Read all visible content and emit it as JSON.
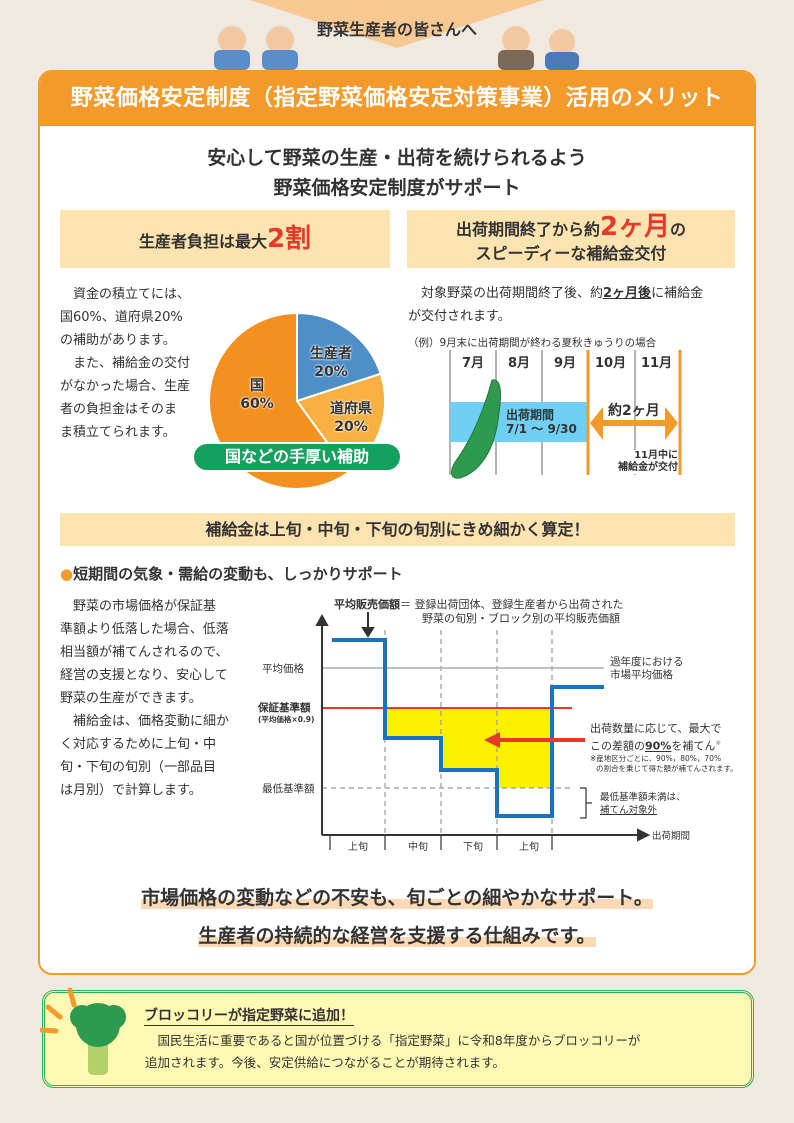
{
  "banner": {
    "title": "野菜生産者の皆さんへ"
  },
  "header": {
    "title": "野菜価格安定制度（指定野菜価格安定対策事業）活用のメリット"
  },
  "subtitle": {
    "line1": "安心して野菜の生産・出荷を続けられるよう",
    "line2": "野菜価格安定制度がサポート"
  },
  "left_section": {
    "title_pre": "生産者負担は最大",
    "title_big": "2割",
    "text": [
      "資金の積立てには、",
      "国60%、道府県20%",
      "の補助があります。",
      "また、補給金の交付",
      "がなかった場合、生産",
      "者の負担金はそのま",
      "ま積立てられます。"
    ],
    "pie": {
      "slices": [
        {
          "label": "生産者",
          "value": 20,
          "pct": "20%",
          "color": "#4e8fc8"
        },
        {
          "label": "道府県",
          "value": 20,
          "pct": "20%",
          "color": "#f9b040"
        },
        {
          "label": "国",
          "value": 60,
          "pct": "60%",
          "color": "#f39020"
        }
      ],
      "badge": "国などの手厚い補助"
    }
  },
  "right_section": {
    "title_pre": "出荷期間終了から約",
    "title_big": "2ヶ月",
    "title_post": "の",
    "title_line2": "スピーディーな補給金交付",
    "text_pre": "対象野菜の出荷期間終了後、約",
    "text_u": "2ヶ月後",
    "text_post": "に補給金",
    "text_line2": "が交付されます。",
    "example": "（例）9月末に出荷期間が終わる夏秋きゅうりの場合",
    "months": [
      "7月",
      "8月",
      "9月",
      "10月",
      "11月"
    ],
    "period_label": "出荷期間",
    "period_dates": "7/1 〜 9/30",
    "interval": "約2ヶ月",
    "payment_line1": "11月中に",
    "payment_line2": "補給金が交付"
  },
  "calc_section": {
    "title": "補給金は上旬・中旬・下旬の旬別にきめ細かく算定！",
    "bullet": "短期間の気象・需給の変動も、しっかりサポート",
    "text": [
      "野菜の市場価格が保証基",
      "準額より低落した場合、低落",
      "相当額が補てんされるので、",
      "経営の支援となり、安心して",
      "野菜の生産ができます。",
      "補給金は、価格変動に細か",
      "く対応するために上旬・中",
      "旬・下旬の旬別（一部品目",
      "は月別）で計算します。"
    ],
    "diagram": {
      "avg_sale_term": "平均販売価額",
      "avg_sale_def1": "＝ 登録出荷団体、登録生産者から出荷された",
      "avg_sale_def2": "野菜の旬別・ブロック別の平均販売価額",
      "avg_price": "平均価格",
      "guarantee": "保証基準額",
      "guarantee_note": "(平均価格×0.9)",
      "minimum": "最低基準額",
      "past_avg1": "過年度における",
      "past_avg2": "市場平均価格",
      "comp1": "出荷数量に応じて、最大で",
      "comp2_pre": "この差額の",
      "comp2_u": "90%",
      "comp2_post": "を補てん",
      "comp_mark": "※",
      "note1": "※産地区分ごとに、90%，80%，70%",
      "note2": "の割合を乗じて得た額が補てんされます。",
      "below_min1": "最低基準額未満は、",
      "below_min2": "補てん対象外",
      "x_axis": "出荷期間",
      "periods": [
        "上旬",
        "中旬",
        "下旬",
        "上旬"
      ]
    }
  },
  "closing": {
    "line1": "市場価格の変動などの不安も、旬ごとの細やかなサポート。",
    "line2": "生産者の持続的な経営を支援する仕組みです。"
  },
  "info": {
    "title": "ブロッコリーが指定野菜に追加！",
    "line1": "国民生活に重要であると国が位置づける「指定野菜」に令和8年度からブロッコリーが",
    "line2": "追加されます。今後、安定供給につながることが期待されます。"
  },
  "colors": {
    "accent": "#f39a2b",
    "green": "#16a060",
    "blue_line": "#1a72c0",
    "red_line": "#e73828",
    "yellow": "#fff000",
    "shipping": "#6fd0f4"
  }
}
